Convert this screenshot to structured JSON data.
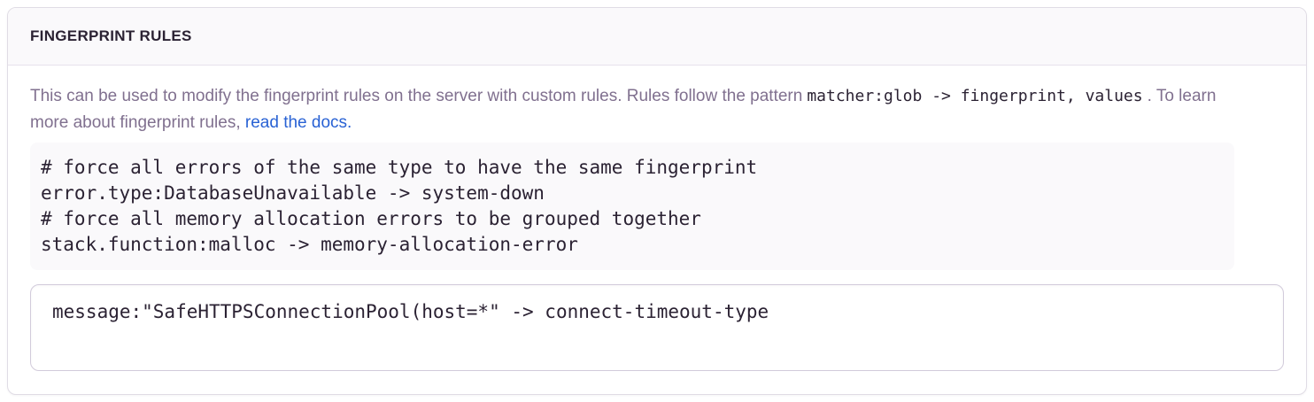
{
  "panel": {
    "title": "FINGERPRINT RULES"
  },
  "description": {
    "text_before_code": "This can be used to modify the fingerprint rules on the server with custom rules. Rules follow the pattern",
    "inline_code": "matcher:glob -> fingerprint, values",
    "text_after_code": ". To learn more about fingerprint rules,",
    "link_text": "read the docs."
  },
  "example_block": {
    "lines": [
      "# force all errors of the same type to have the same fingerprint",
      "error.type:DatabaseUnavailable -> system-down",
      "# force all memory allocation errors to be grouped together",
      "stack.function:malloc -> memory-allocation-error"
    ]
  },
  "rules_input": {
    "value": "message:\"SafeHTTPSConnectionPool(host=*\" -> connect-timeout-type"
  },
  "colors": {
    "panel_header_bg": "#faf9fb",
    "panel_border": "#e0dce5",
    "heading_text": "#2b2233",
    "body_text": "#80708f",
    "code_text": "#2b2233",
    "code_block_bg": "#faf9fb",
    "textarea_border": "#d2cbdb",
    "link_blue": "#2962d4"
  }
}
